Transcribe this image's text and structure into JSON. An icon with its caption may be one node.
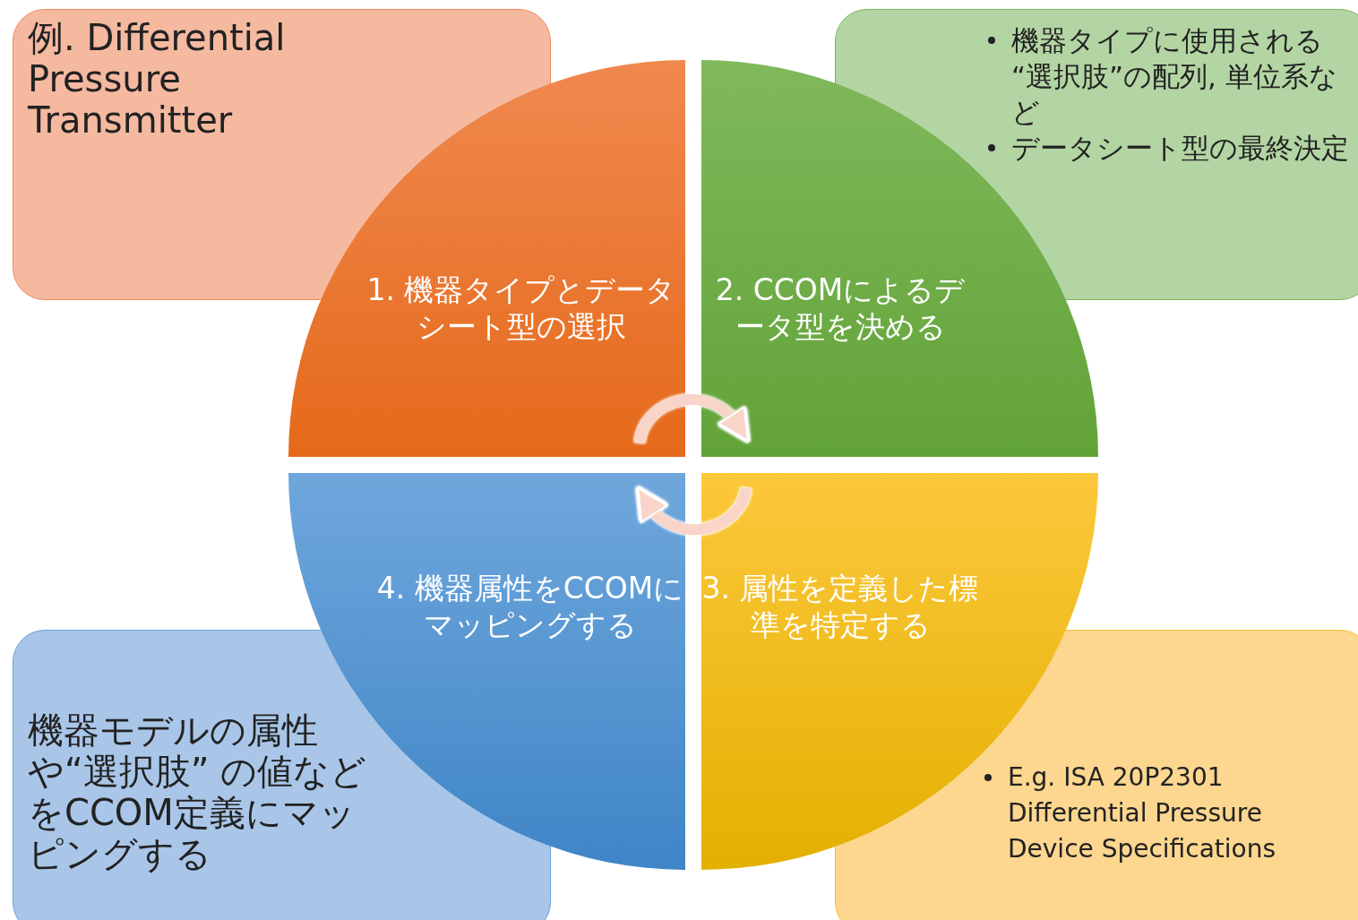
{
  "diagram": {
    "nodes": [
      {
        "text": [
          "例. Differential Pressure Transmitter"
        ]
      },
      {
        "text": [
          "1. 機器タイプとデータシート型の選択"
        ]
      },
      {
        "text": [
          "2. CCOMによるデータ型を決める"
        ]
      },
      {
        "text": [
          "機器タイプに使用される “選択肢”の配列, 単位系など",
          "データシート型の最終決定"
        ]
      },
      {
        "text": [
          "4. 機器属性をCCOMにマッピングする"
        ]
      },
      {
        "text": [
          "3. 属性を定義した標準を特定する"
        ]
      },
      {
        "text": [
          "機器モデルの属性や“選択肢” の値などをCCOM定義にマッピングする"
        ]
      },
      {
        "text": [
          "E.g. ISA 20P2301 Differential Pressure Device Specifications"
        ]
      }
    ],
    "edges": [
      {
        "from": 1,
        "to": 2,
        "arrow": "to"
      },
      {
        "from": 5,
        "to": 4,
        "arrow": "to"
      }
    ]
  }
}
